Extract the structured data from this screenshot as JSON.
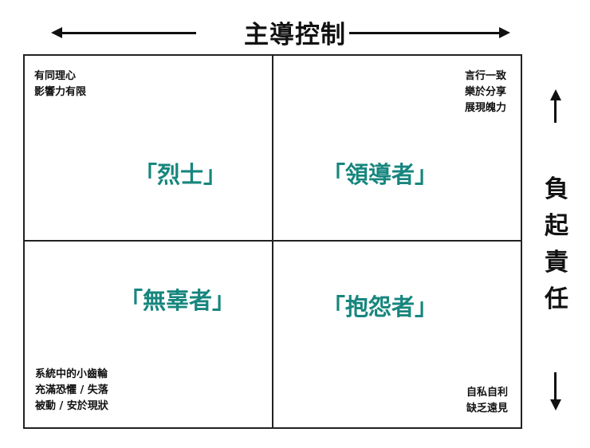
{
  "axes": {
    "horizontal": {
      "label": "主導控制",
      "direction": "left-right"
    },
    "vertical": {
      "label_chars": [
        "負",
        "起",
        "責",
        "任"
      ],
      "label": "負起責任",
      "direction": "up-down"
    }
  },
  "quadrants": {
    "top_left": {
      "name": "「烈士」",
      "notes": [
        "有同理心",
        "影響力有限"
      ]
    },
    "top_right": {
      "name": "「領導者」",
      "notes": [
        "言行一致",
        "樂於分享",
        "展現魄力"
      ]
    },
    "bottom_left": {
      "name": "「無辜者」",
      "notes": [
        "系統中的小齒輪",
        "充滿恐懼 / 失落",
        "被動 / 安於現狀"
      ]
    },
    "bottom_right": {
      "name": "「抱怨者」",
      "notes": [
        "自私自利",
        "缺乏遠見"
      ]
    }
  },
  "colors": {
    "accent": "#17867e",
    "text": "#111111",
    "border": "#222222"
  }
}
